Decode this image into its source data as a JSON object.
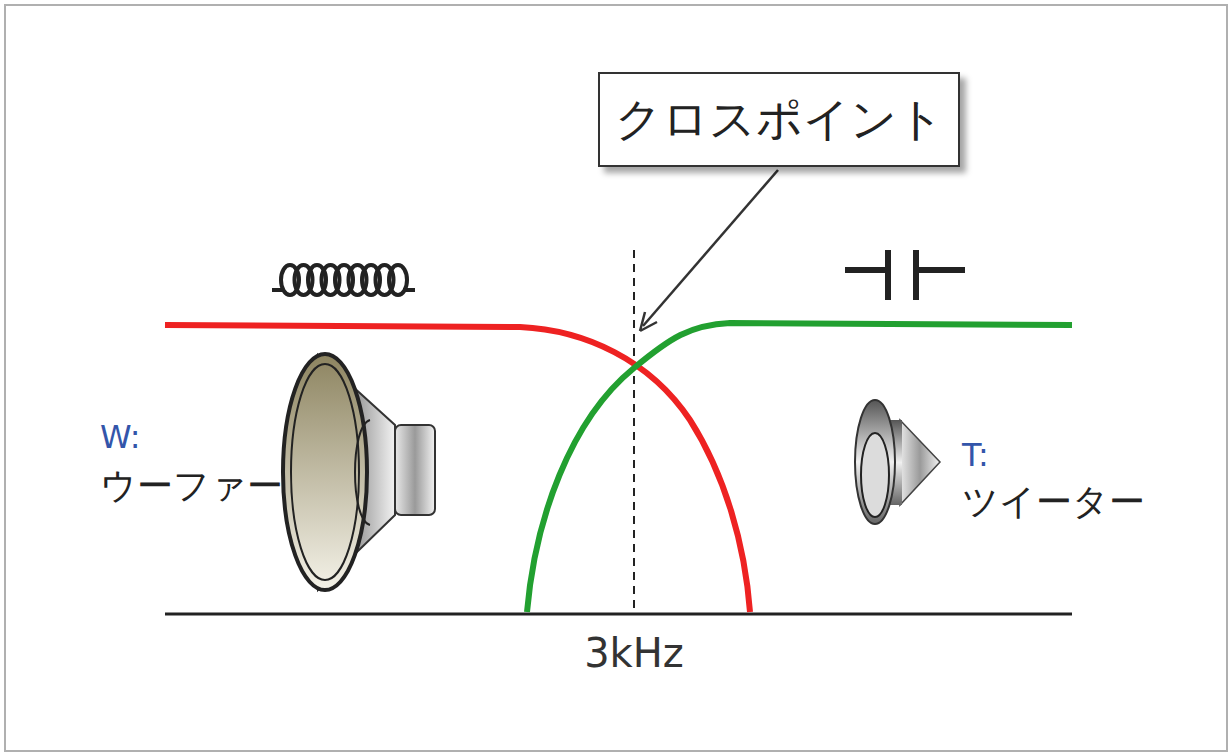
{
  "diagram": {
    "nodes": [
      {
        "text": [
          "クロスポイント"
        ]
      }
    ],
    "labels": [
      "W:",
      "ウーファー",
      "T:",
      "ツイーター",
      "3kHz"
    ]
  }
}
